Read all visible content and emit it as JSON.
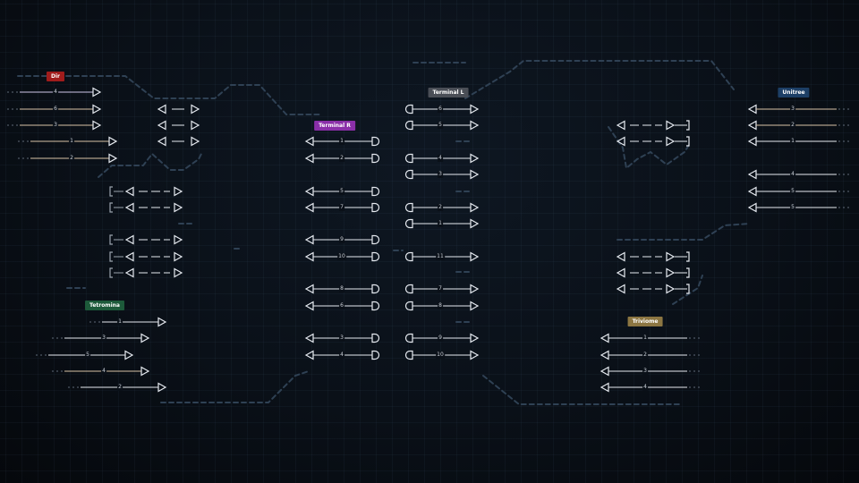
{
  "groups": [
    {
      "id": "dir",
      "tag": "Dir",
      "color": "#a01c1c"
    },
    {
      "id": "terminal_r",
      "tag": "Terminal R",
      "color": "#8a2fa8"
    },
    {
      "id": "terminal_l",
      "tag": "Terminal L",
      "color": "#4a4e56"
    },
    {
      "id": "unitree",
      "tag": "Unitree",
      "color": "#1d3f66"
    },
    {
      "id": "tetromina",
      "tag": "Tetromina",
      "color": "#1d5a3a"
    },
    {
      "id": "triviome",
      "tag": "Triviome",
      "color": "#8c7642"
    }
  ],
  "numbers": {
    "dir": [
      "4",
      "6",
      "3",
      "1",
      "2"
    ],
    "terminal_r": [
      "1",
      "2",
      "5",
      "7",
      "9",
      "10",
      "8",
      "6",
      "3",
      "4"
    ],
    "terminal_l": [
      "6",
      "5",
      "4",
      "3",
      "2",
      "1",
      "11",
      "7",
      "8",
      "9",
      "10"
    ],
    "unitree": [
      "3",
      "2",
      "1",
      "4",
      "5",
      "5"
    ],
    "tetromina": [
      "1",
      "3",
      "5",
      "4",
      "2"
    ],
    "triviome": [
      "1",
      "2",
      "3",
      "4"
    ]
  }
}
